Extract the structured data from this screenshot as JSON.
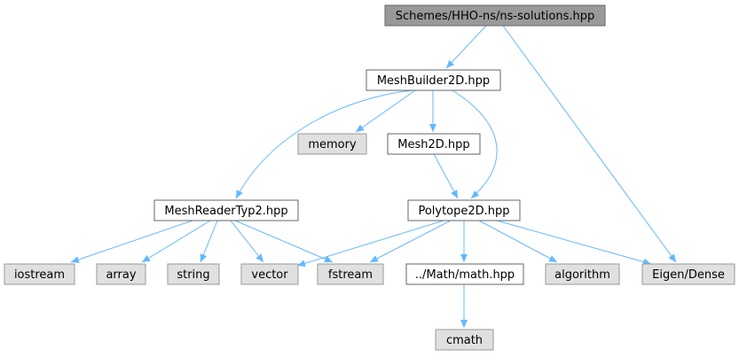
{
  "colors": {
    "root_fill": "#999999",
    "root_stroke": "#666666",
    "local_fill": "#ffffff",
    "local_stroke": "#666666",
    "system_fill": "#e0e0e0",
    "system_stroke": "#999999",
    "edge": "#63b8ff"
  },
  "nodes": [
    {
      "id": "root",
      "label": "Schemes/HHO-ns/ns-solutions.hpp",
      "kind": "root"
    },
    {
      "id": "meshbuilder",
      "label": "MeshBuilder2D.hpp",
      "kind": "local"
    },
    {
      "id": "memory",
      "label": "memory",
      "kind": "system"
    },
    {
      "id": "mesh2d",
      "label": "Mesh2D.hpp",
      "kind": "local"
    },
    {
      "id": "meshreader",
      "label": "MeshReaderTyp2.hpp",
      "kind": "local"
    },
    {
      "id": "polytope",
      "label": "Polytope2D.hpp",
      "kind": "local"
    },
    {
      "id": "iostream",
      "label": "iostream",
      "kind": "system"
    },
    {
      "id": "array",
      "label": "array",
      "kind": "system"
    },
    {
      "id": "string",
      "label": "string",
      "kind": "system"
    },
    {
      "id": "vector",
      "label": "vector",
      "kind": "system"
    },
    {
      "id": "fstream",
      "label": "fstream",
      "kind": "system"
    },
    {
      "id": "math",
      "label": "../Math/math.hpp",
      "kind": "local"
    },
    {
      "id": "algorithm",
      "label": "algorithm",
      "kind": "system"
    },
    {
      "id": "eigen",
      "label": "Eigen/Dense",
      "kind": "system"
    },
    {
      "id": "cmath",
      "label": "cmath",
      "kind": "system"
    }
  ],
  "edges": [
    {
      "from": "root",
      "to": "meshbuilder"
    },
    {
      "from": "root",
      "to": "eigen"
    },
    {
      "from": "meshbuilder",
      "to": "meshreader"
    },
    {
      "from": "meshbuilder",
      "to": "memory"
    },
    {
      "from": "meshbuilder",
      "to": "mesh2d"
    },
    {
      "from": "meshbuilder",
      "to": "polytope"
    },
    {
      "from": "mesh2d",
      "to": "polytope"
    },
    {
      "from": "meshreader",
      "to": "iostream"
    },
    {
      "from": "meshreader",
      "to": "array"
    },
    {
      "from": "meshreader",
      "to": "string"
    },
    {
      "from": "meshreader",
      "to": "vector"
    },
    {
      "from": "meshreader",
      "to": "fstream"
    },
    {
      "from": "polytope",
      "to": "vector"
    },
    {
      "from": "polytope",
      "to": "fstream"
    },
    {
      "from": "polytope",
      "to": "math"
    },
    {
      "from": "polytope",
      "to": "algorithm"
    },
    {
      "from": "polytope",
      "to": "eigen"
    },
    {
      "from": "math",
      "to": "cmath"
    }
  ]
}
